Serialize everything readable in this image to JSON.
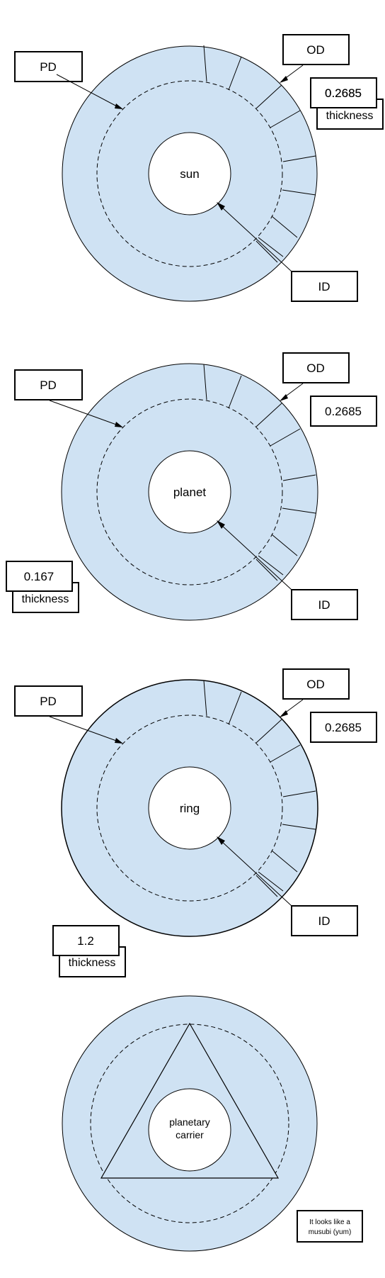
{
  "colors": {
    "gear_fill": "#cfe2f3",
    "stroke": "#000000",
    "center_fill": "#ffffff",
    "box_fill": "#ffffff"
  },
  "labels": {
    "pd": "PD",
    "od": "OD",
    "id": "ID",
    "thickness": "thickness"
  },
  "gears": [
    {
      "name": "sun",
      "od_value": "0.2685",
      "thickness_value": "0.2685"
    },
    {
      "name": "planet",
      "od_value": "0.2685",
      "thickness_value": "0.167"
    },
    {
      "name": "ring",
      "od_value": "0.2685",
      "thickness_value": "1.2"
    }
  ],
  "carrier": {
    "name_line1": "planetary",
    "name_line2": "carrier",
    "note_line1": "It looks like a",
    "note_line2": "musubi (yum)"
  }
}
